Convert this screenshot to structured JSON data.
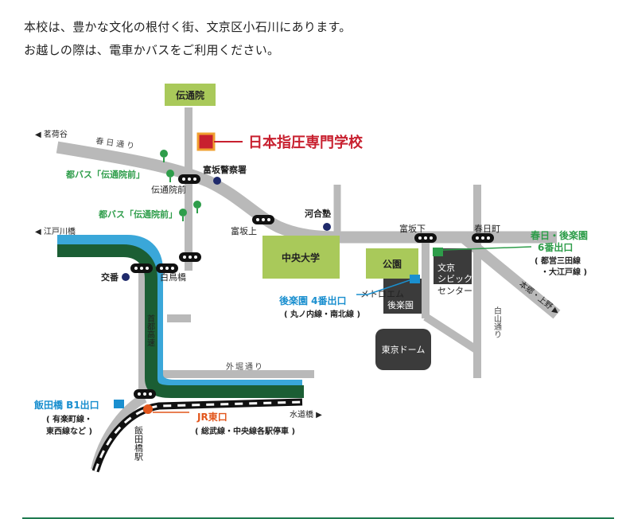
{
  "intro": {
    "line1": "本校は、豊かな文化の根付く街、文京区小石川にあります。",
    "line2": "お越しの際は、電車かバスをご利用ください。"
  },
  "map": {
    "school": "日本指圧専門学校",
    "places": {
      "denzuin": "伝通院",
      "chuo_univ": "中央大学",
      "park": "公園",
      "tokyo_dome": "東京ドーム",
      "metro_korakuen_l1": "メトロエム",
      "metro_korakuen_l2": "後楽園",
      "civic_l1": "文京",
      "civic_l2": "シビック",
      "civic_l3": "センター",
      "tomisaka_police": "富坂警察署",
      "kawai": "河合塾"
    },
    "roads": {
      "kasuga_dori": "春日通り",
      "hakusan_dori": "白山通り",
      "shuto_kosoku": "首都高速",
      "sotobori_dori": "外堀通り"
    },
    "directions": {
      "myogadani": "茗荷谷",
      "edogawabashi": "江戸川橋",
      "suidobashi": "水道橋",
      "hongo": "本郷・上野"
    },
    "intersections": {
      "denzuin_mae": "伝通院前",
      "tomisaka_ue": "富坂上",
      "tomisaka_shita": "富坂下",
      "kasuga_cho": "春日町",
      "koban": "交番",
      "shiratori_bashi": "白鳥橋"
    },
    "bus": {
      "stop1": "都バス「伝通院前」",
      "stop2": "都バス「伝通院前」"
    },
    "stations": {
      "korakuen_exit": "後楽園 4番出口",
      "korakuen_lines": "( 丸ノ内線・南北線 )",
      "kasuga_exit_l1": "春日・後楽園",
      "kasuga_exit_l2": "6番出口",
      "kasuga_lines_l1": "( 都営三田線",
      "kasuga_lines_l2": "・大江戸線 )",
      "iidabashi_exit": "飯田橋 B1出口",
      "iidabashi_lines_l1": "( 有楽町線・",
      "iidabashi_lines_l2": "東西線など )",
      "jr_exit": "JR東口",
      "jr_lines": "( 総武線・中央線各駅停車 )",
      "iidabashi_station": "飯田橋駅"
    }
  },
  "colors": {
    "road": "#b9b9b9",
    "green_box": "#a9c95a",
    "highway": "#1b5e34",
    "river": "#3aa7d9",
    "school_red": "#c8202f",
    "bus_green": "#2e9d4a",
    "station_blue": "#1a8fcf",
    "jr_orange": "#e2561c",
    "navy": "#1f2a6b"
  }
}
